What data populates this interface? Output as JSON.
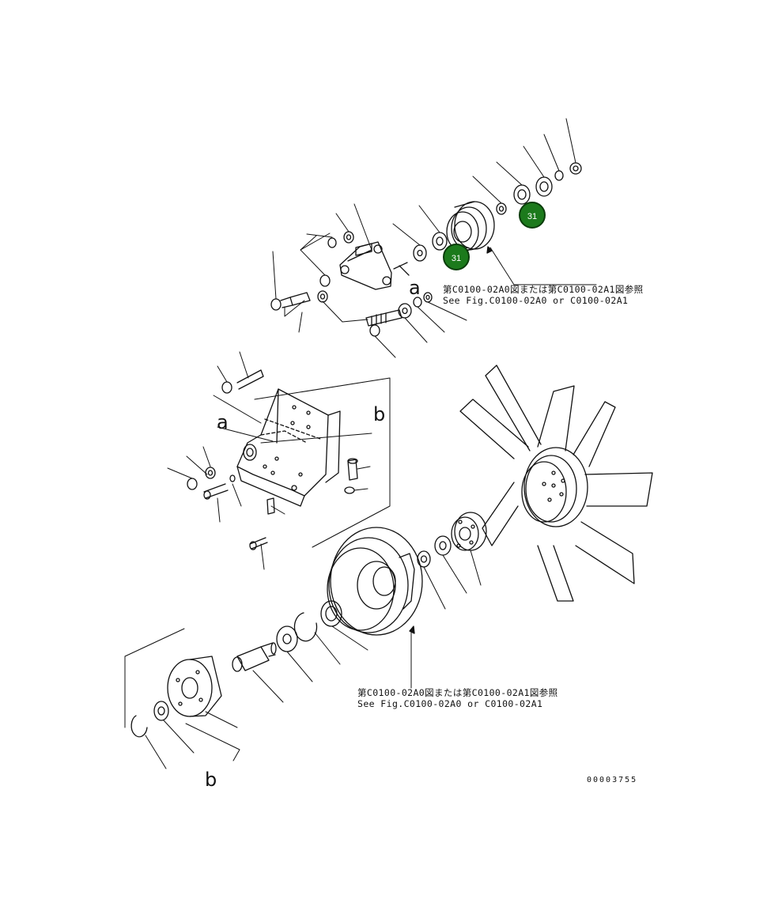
{
  "callouts": [
    {
      "id": "callout-top",
      "label": "31",
      "color": "#1c7a1c"
    },
    {
      "id": "callout-mid",
      "label": "31",
      "color": "#1c7a1c"
    }
  ],
  "notes": {
    "upper": {
      "jp": "第C0100-02A0図または第C0100-02A1図参照",
      "en": "See Fig.C0100-02A0 or C0100-02A1"
    },
    "lower": {
      "jp": "第C0100-02A0図または第C0100-02A1図参照",
      "en": "See Fig.C0100-02A0 or C0100-02A1"
    }
  },
  "reference_letters": {
    "a_upper": "a",
    "a_left": "a",
    "b_right": "b",
    "b_lower": "b"
  },
  "document_number": "00003755"
}
